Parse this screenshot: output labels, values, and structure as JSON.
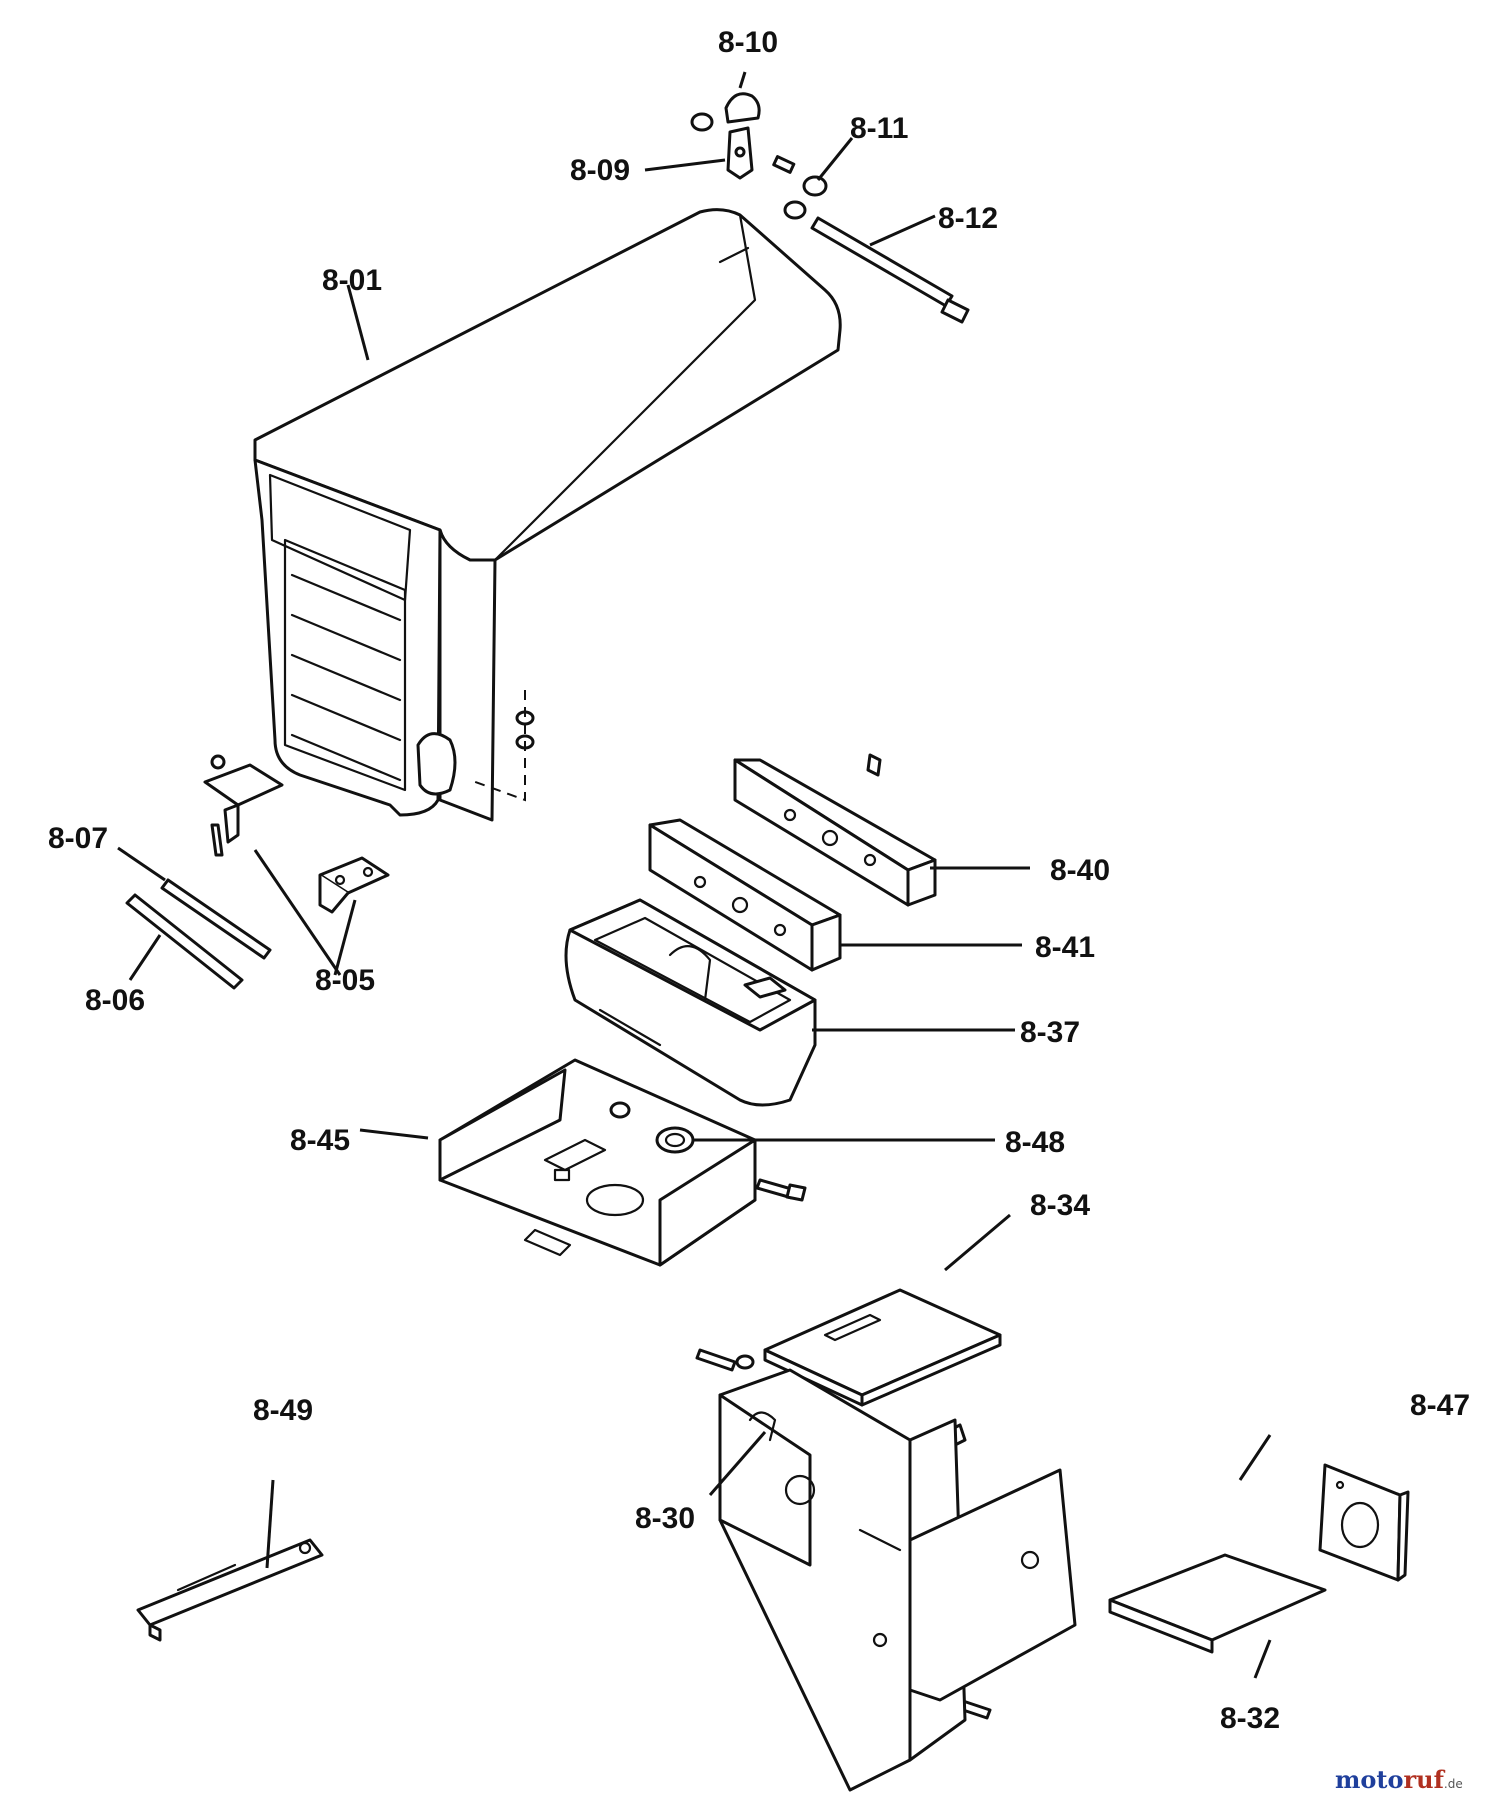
{
  "labels": {
    "p801": "8-01",
    "p805": "8-05",
    "p806": "8-06",
    "p807": "8-07",
    "p809": "8-09",
    "p810": "8-10",
    "p811": "8-11",
    "p812": "8-12",
    "p830": "8-30",
    "p832": "8-32",
    "p834": "8-34",
    "p837": "8-37",
    "p840": "8-40",
    "p841": "8-41",
    "p845": "8-45",
    "p847": "8-47",
    "p848": "8-48",
    "p849": "8-49"
  },
  "watermark": {
    "part_a": "moto",
    "part_b": "ruf",
    "suffix": ".de"
  },
  "colors": {
    "ink": "#111111",
    "paper": "#ffffff",
    "watermark_blue": "#1f3f9c",
    "watermark_red": "#b03020"
  }
}
